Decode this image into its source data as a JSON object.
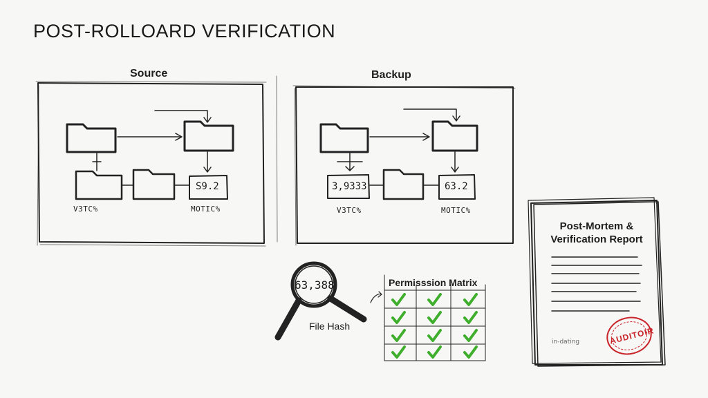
{
  "title": "POST-ROLLOARD VERIFICATION",
  "panels": {
    "source": {
      "label": "Source",
      "box_value": "S9.2",
      "left_caption": "V3TC%",
      "right_caption": "MOTIC%"
    },
    "backup": {
      "label": "Backup",
      "left_box_value": "3,9333",
      "box_value": "63.2",
      "left_caption": "V3TC%",
      "right_caption": "MOTIC%"
    }
  },
  "file_hash": {
    "value": "63,388",
    "label": "File Hash"
  },
  "permission_matrix": {
    "title": "Permisssion Matrix",
    "rows": 4,
    "cols": 3
  },
  "report": {
    "title": "Post-Mortem & Verification Report",
    "footer": "in-dating",
    "stamp": "AUDITOIR"
  },
  "colors": {
    "check": "#3fae2c",
    "stamp": "#c8242a",
    "ink": "#222222"
  },
  "icons": [
    "folder-icon",
    "arrow-icon",
    "magnifier-icon",
    "checkmark-icon",
    "stamp-icon"
  ]
}
